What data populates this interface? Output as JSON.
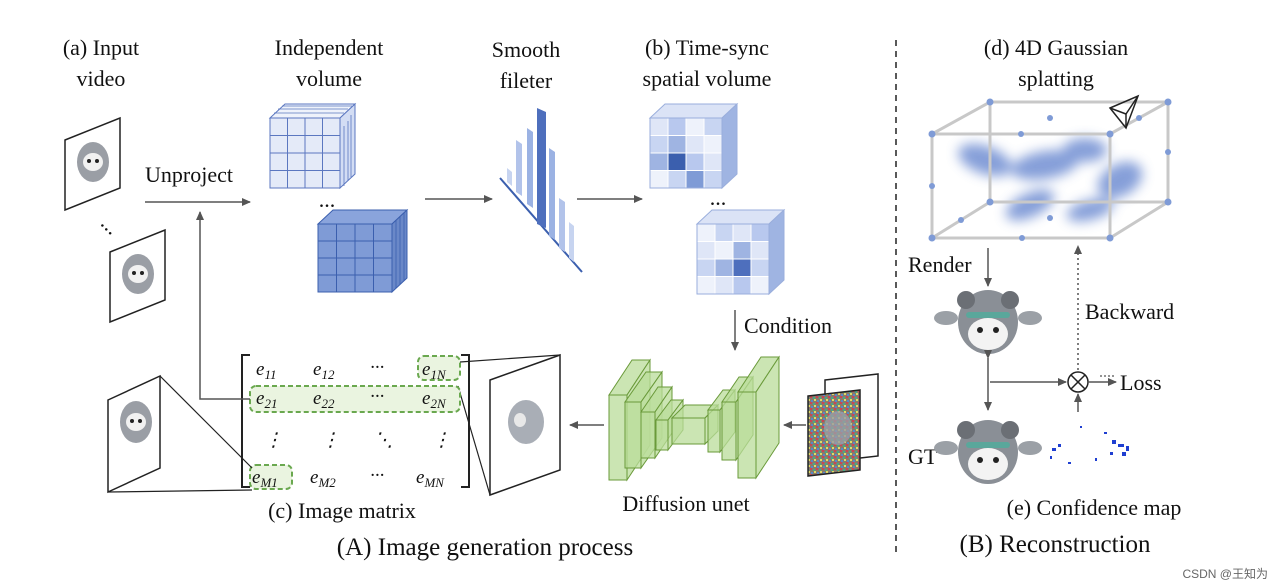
{
  "labels": {
    "input_video_1": "(a) Input",
    "input_video_2": "video",
    "independent_1": "Independent",
    "independent_2": "volume",
    "smooth_1": "Smooth",
    "smooth_2": "fileter",
    "timesync_1": "(b) Time-sync",
    "timesync_2": "spatial volume",
    "gaussian_1": "(d) 4D Gaussian",
    "gaussian_2": "splatting",
    "unproject": "Unproject",
    "condition": "Condition",
    "render": "Render",
    "backward": "Backward",
    "loss": "Loss",
    "gt": "GT",
    "image_matrix": "(c) Image matrix",
    "diffusion_unet": "Diffusion unet",
    "confidence_map": "(e) Confidence map",
    "caption_a": "(A) Image generation process",
    "caption_b": "(B) Reconstruction",
    "watermark": "CSDN @王知为",
    "dots": "..."
  },
  "matrix": {
    "row1": [
      "e",
      "e",
      "···",
      "e"
    ],
    "row1_sub": [
      "11",
      "12",
      "",
      "1N"
    ],
    "row2": [
      "e",
      "e",
      "···",
      "e"
    ],
    "row2_sub": [
      "21",
      "22",
      "",
      "2N"
    ],
    "row3": [
      "⋮",
      "⋮",
      "⋱",
      "⋮"
    ],
    "row4": [
      "e",
      "e",
      "···",
      "e"
    ],
    "row4_sub": [
      "M1",
      "M2",
      "",
      "MN"
    ]
  },
  "colors": {
    "cube_light": "#dfe6f7",
    "cube_mid": "#7f9bd6",
    "cube_dark": "#3b5fae",
    "unet_fill": "#b9dc9a",
    "unet_stroke": "#6a9a3a",
    "highlight_dash": "#6aa84f",
    "gaussian_blob": "#5d7fcc",
    "arrow": "#555555"
  }
}
